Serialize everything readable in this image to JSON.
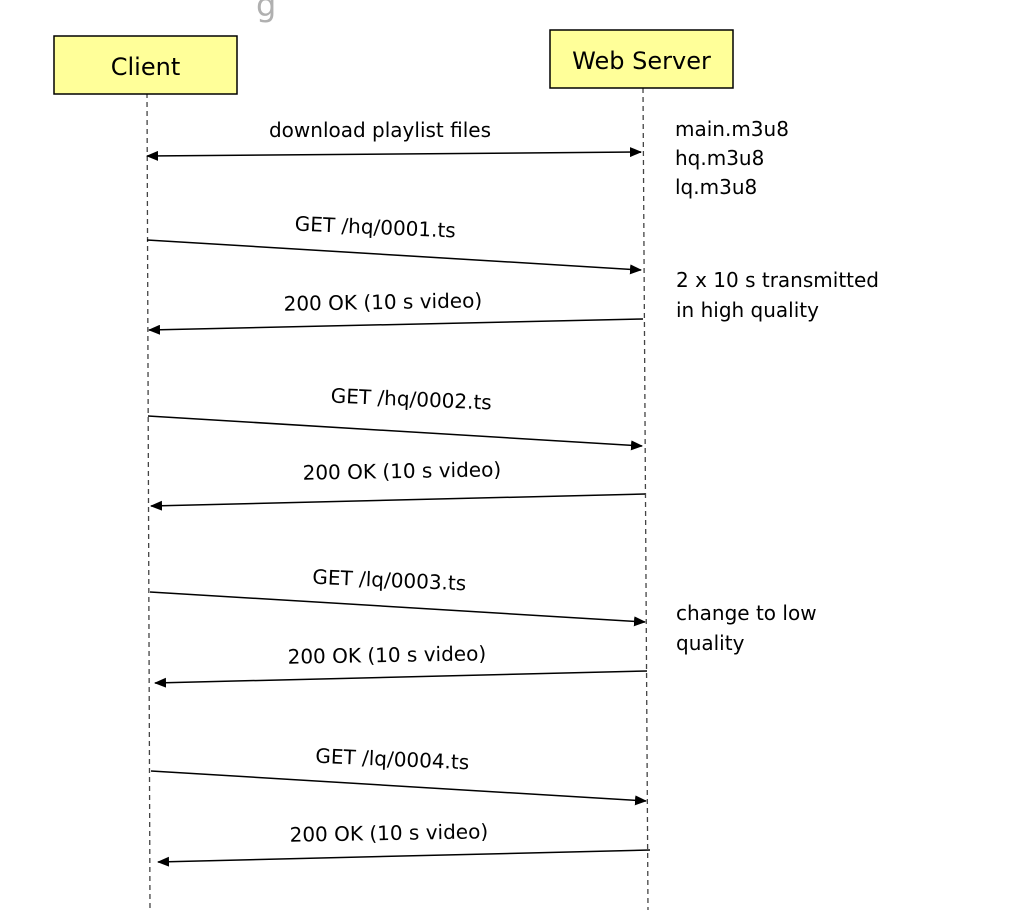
{
  "title_fragment": "g",
  "actors": {
    "client": "Client",
    "server": "Web Server"
  },
  "messages": [
    {
      "id": "download",
      "label": "download playlist files",
      "direction": "both"
    },
    {
      "id": "get-hq-1",
      "label": "GET /hq/0001.ts",
      "direction": "to-server"
    },
    {
      "id": "ok-1",
      "label": "200 OK (10 s video)",
      "direction": "to-client"
    },
    {
      "id": "get-hq-2",
      "label": "GET /hq/0002.ts",
      "direction": "to-server"
    },
    {
      "id": "ok-2",
      "label": "200 OK (10 s video)",
      "direction": "to-client"
    },
    {
      "id": "get-lq-3",
      "label": "GET /lq/0003.ts",
      "direction": "to-server"
    },
    {
      "id": "ok-3",
      "label": "200 OK (10 s video)",
      "direction": "to-client"
    },
    {
      "id": "get-lq-4",
      "label": "GET /lq/0004.ts",
      "direction": "to-server"
    },
    {
      "id": "ok-4",
      "label": "200 OK (10 s video)",
      "direction": "to-client"
    }
  ],
  "notes": [
    {
      "id": "playlists",
      "lines": [
        "main.m3u8",
        "hq.m3u8",
        "lq.m3u8"
      ]
    },
    {
      "id": "high-quality",
      "lines": [
        "2 x 10 s transmitted",
        "in high quality"
      ]
    },
    {
      "id": "low-quality",
      "lines": [
        "change to low",
        "quality"
      ]
    }
  ],
  "colors": {
    "actor_fill": "#ffff99",
    "actor_border": "#000000",
    "line": "#000000"
  }
}
